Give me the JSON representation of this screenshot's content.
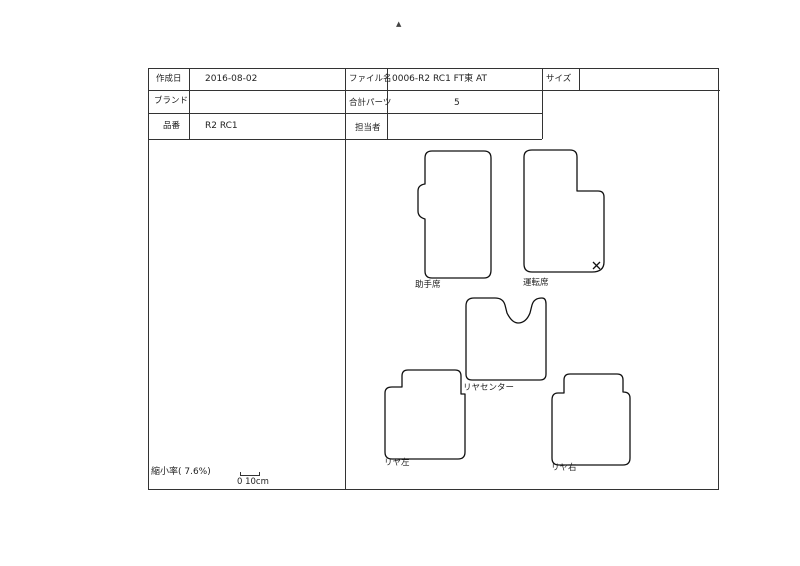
{
  "page_mark": "▲",
  "header": {
    "created_label": "作成日",
    "created_value": "2016-08-02",
    "file_label": "ファイル名",
    "file_value": "0006-R2 RC1 FT東 AT",
    "size_label": "サイズ",
    "brand_label": "ブランド",
    "brand_value": "",
    "parts_label": "合計パーツ",
    "parts_value": "5",
    "model_label": "品番",
    "model_value": "R2  RC1",
    "staff_label": "担当者",
    "staff_value": ""
  },
  "scale": {
    "ratio_text": "縮小率( 7.6%)",
    "scale_text": "0   10cm"
  },
  "parts": [
    {
      "name": "助手席"
    },
    {
      "name": "運転席"
    },
    {
      "name": "リヤセンター"
    },
    {
      "name": "リヤ左"
    },
    {
      "name": "リヤ右"
    }
  ]
}
